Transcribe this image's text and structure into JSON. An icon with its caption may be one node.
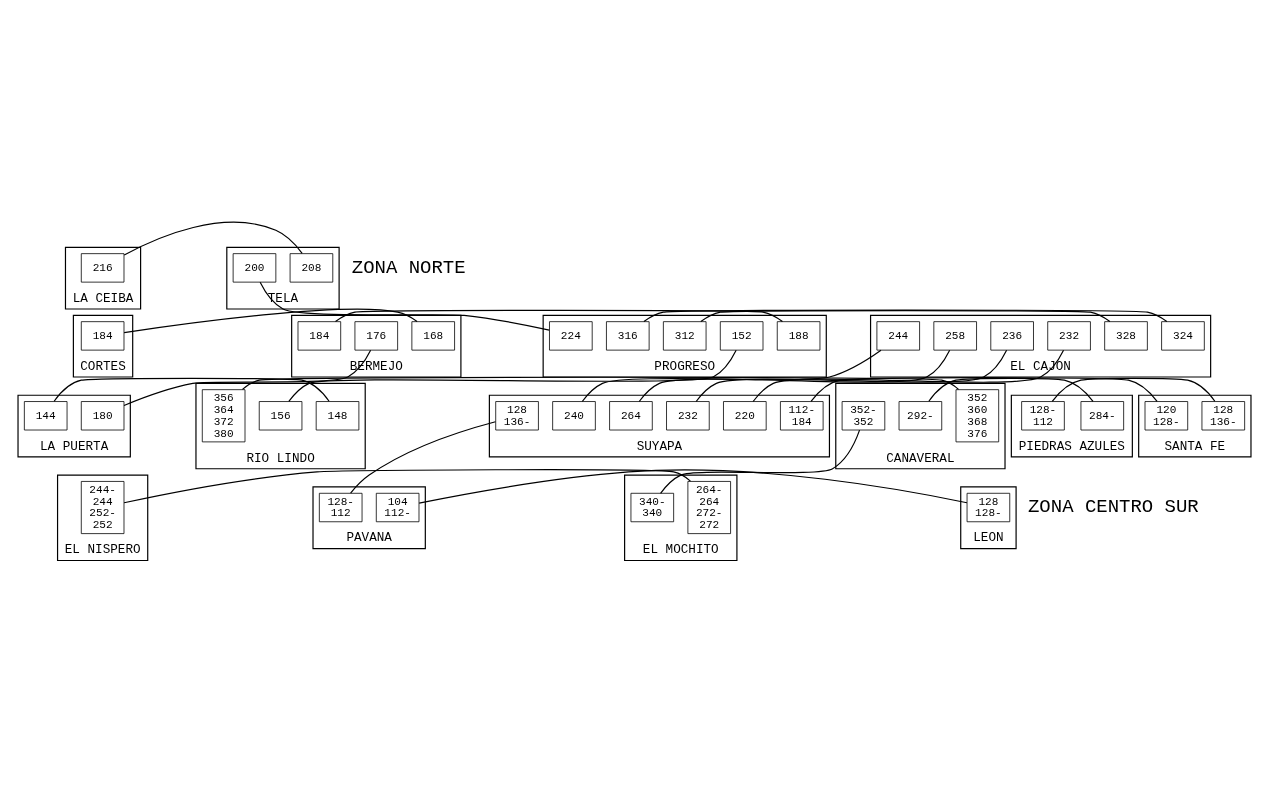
{
  "diagram": {
    "nodes": [
      {
        "text": [
          "LA CEIBA"
        ]
      },
      {
        "text": [
          "216"
        ],
        "in": 0
      },
      {
        "text": [
          "TELA"
        ]
      },
      {
        "text": [
          "208"
        ],
        "in": 2
      },
      {
        "text": [
          "200"
        ],
        "in": 2
      },
      {
        "text": [
          "CORTES"
        ]
      },
      {
        "text": [
          "184"
        ],
        "in": 5
      },
      {
        "text": [
          "BERMEJO"
        ]
      },
      {
        "text": [
          "168"
        ],
        "in": 7
      },
      {
        "text": [
          "176"
        ],
        "in": 7
      },
      {
        "text": [
          "184"
        ],
        "in": 7
      },
      {
        "text": [
          "PROGRESO"
        ]
      },
      {
        "text": [
          "188"
        ],
        "in": 11
      },
      {
        "text": [
          "152"
        ],
        "in": 11
      },
      {
        "text": [
          "312"
        ],
        "in": 11
      },
      {
        "text": [
          "316"
        ],
        "in": 11
      },
      {
        "text": [
          "224"
        ],
        "in": 11
      },
      {
        "text": [
          "EL CAJON"
        ]
      },
      {
        "text": [
          "324"
        ],
        "in": 17
      },
      {
        "text": [
          "328"
        ],
        "in": 17
      },
      {
        "text": [
          "232"
        ],
        "in": 17
      },
      {
        "text": [
          "236"
        ],
        "in": 17
      },
      {
        "text": [
          "258"
        ],
        "in": 17
      },
      {
        "text": [
          "244"
        ],
        "in": 17
      },
      {
        "text": [
          "LA PUERTA"
        ]
      },
      {
        "text": [
          "180"
        ],
        "in": 24
      },
      {
        "text": [
          "144"
        ],
        "in": 24
      },
      {
        "text": [
          "RIO LINDO"
        ]
      },
      {
        "text": [
          "148"
        ],
        "in": 27
      },
      {
        "text": [
          "156"
        ],
        "in": 27
      },
      {
        "text": [
          "356",
          "364",
          "372",
          "380"
        ],
        "in": 27
      },
      {
        "text": [
          "CANAVERAL"
        ]
      },
      {
        "text": [
          "352",
          "360",
          "368",
          "376"
        ],
        "in": 31
      },
      {
        "text": [
          "292-"
        ],
        "in": 31
      },
      {
        "text": [
          "352-",
          "352"
        ],
        "in": 31
      },
      {
        "text": [
          "PIEDRAS AZULES"
        ]
      },
      {
        "text": [
          "284-"
        ],
        "in": 35
      },
      {
        "text": [
          "128-",
          "112"
        ],
        "in": 35
      },
      {
        "text": [
          "SANTA FE"
        ]
      },
      {
        "text": [
          "128",
          "136-"
        ],
        "in": 38
      },
      {
        "text": [
          "120",
          "128-"
        ],
        "in": 38
      },
      {
        "text": [
          "SUYAPA"
        ]
      },
      {
        "text": [
          "112-",
          "184"
        ],
        "in": 41
      },
      {
        "text": [
          "220"
        ],
        "in": 41
      },
      {
        "text": [
          "232"
        ],
        "in": 41
      },
      {
        "text": [
          "264"
        ],
        "in": 41
      },
      {
        "text": [
          "240"
        ],
        "in": 41
      },
      {
        "text": [
          "128",
          "136-"
        ],
        "in": 41
      },
      {
        "text": [
          "EL NISPERO"
        ]
      },
      {
        "text": [
          "244-",
          "244",
          "252-",
          "252"
        ],
        "in": 48
      },
      {
        "text": [
          "EL MOCHITO"
        ]
      },
      {
        "text": [
          "264-",
          "264",
          "272-",
          "272"
        ],
        "in": 50
      },
      {
        "text": [
          "340-",
          "340"
        ],
        "in": 50
      },
      {
        "text": [
          "LEON"
        ]
      },
      {
        "text": [
          "128",
          "128-"
        ],
        "in": 53
      },
      {
        "text": [
          "PAVANA"
        ]
      },
      {
        "text": [
          "104",
          "112-"
        ],
        "in": 55
      },
      {
        "text": [
          "128-",
          "112"
        ],
        "in": 55
      }
    ],
    "edges": [
      {
        "from": 1,
        "to": 3,
        "arrow": "none"
      },
      {
        "from": 4,
        "to": 16,
        "arrow": "none"
      },
      {
        "from": 6,
        "to": 8,
        "arrow": "none"
      },
      {
        "from": 9,
        "to": 25,
        "arrow": "none"
      },
      {
        "from": 10,
        "to": 12,
        "arrow": "none"
      },
      {
        "from": 13,
        "to": 29,
        "arrow": "none"
      },
      {
        "from": 14,
        "to": 19,
        "arrow": "none"
      },
      {
        "from": 15,
        "to": 18,
        "arrow": "none"
      },
      {
        "from": 20,
        "to": 43,
        "arrow": "none"
      },
      {
        "from": 21,
        "to": 44,
        "arrow": "none"
      },
      {
        "from": 22,
        "to": 45,
        "arrow": "none"
      },
      {
        "from": 23,
        "to": 46,
        "arrow": "none"
      },
      {
        "from": 26,
        "to": 28,
        "arrow": "none"
      },
      {
        "from": 30,
        "to": 32,
        "arrow": "none"
      },
      {
        "from": 33,
        "to": 36,
        "arrow": "none"
      },
      {
        "from": 34,
        "to": 52,
        "arrow": "none"
      },
      {
        "from": 37,
        "to": 39,
        "arrow": "none"
      },
      {
        "from": 40,
        "to": 42,
        "arrow": "none"
      },
      {
        "from": 47,
        "to": 57,
        "arrow": "none"
      },
      {
        "from": 49,
        "to": 51,
        "arrow": "none"
      },
      {
        "from": 54,
        "to": 56,
        "arrow": "none"
      }
    ],
    "labels": [
      "ZONA NORTE",
      "ZONA CENTRO SUR"
    ]
  }
}
